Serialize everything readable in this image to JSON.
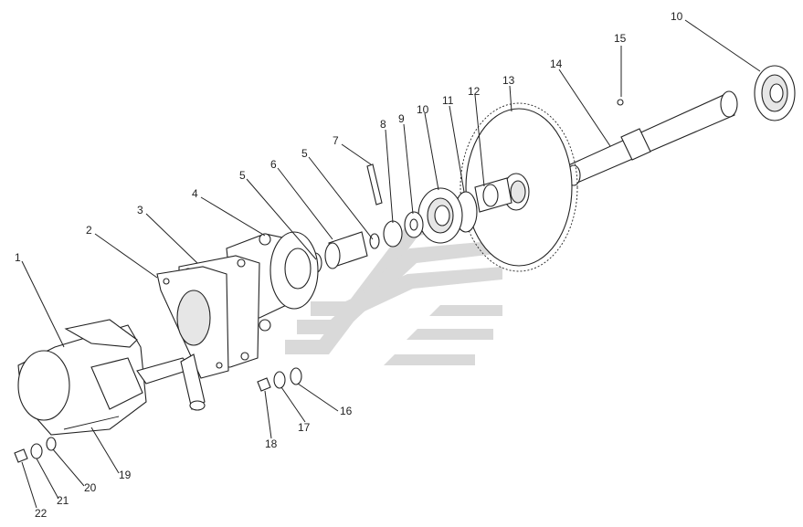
{
  "labels": [
    "1",
    "2",
    "3",
    "4",
    "5",
    "6",
    "5",
    "7",
    "8",
    "9",
    "10",
    "11",
    "12",
    "13",
    "10",
    "15",
    "14",
    "16",
    "17",
    "18",
    "19",
    "20",
    "21",
    "22"
  ]
}
